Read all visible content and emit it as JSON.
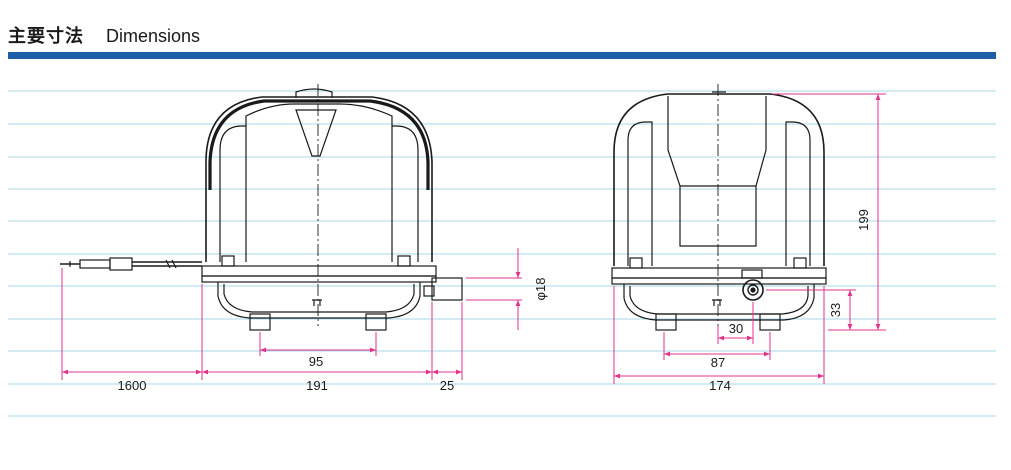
{
  "header": {
    "title_jp": "主要寸法",
    "title_en": "Dimensions"
  },
  "colors": {
    "accent_bar": "#1d5ea8",
    "rule_lines": "#a7d7e6",
    "dimension_lines": "#e0338a",
    "drawing_lines": "#1a1a1a",
    "background": "#ffffff"
  },
  "front_view": {
    "dimensions": {
      "cord_length": "1600",
      "body_width": "191",
      "outlet_length": "25",
      "foot_spacing": "95",
      "outlet_diameter": "φ18"
    }
  },
  "side_view": {
    "dimensions": {
      "width": "174",
      "height": "199",
      "foot_spacing": "87",
      "outlet_offset": "30",
      "outlet_height": "33"
    }
  }
}
